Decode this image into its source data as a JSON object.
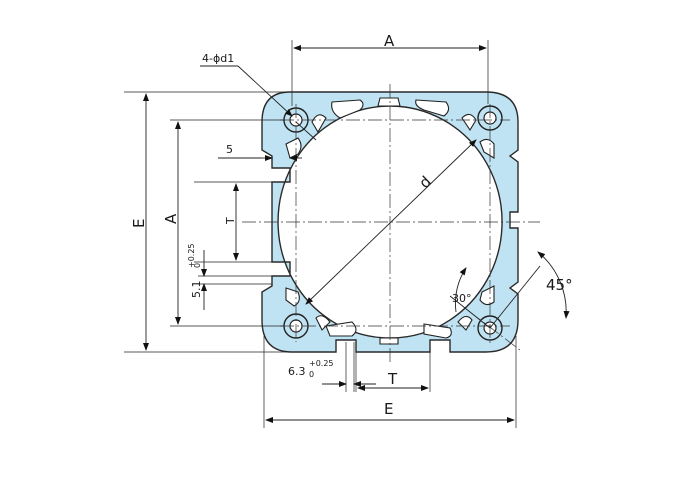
{
  "diagram": {
    "labels": {
      "top_width": "A",
      "left_height": "A",
      "bottom_width": "E",
      "left_outer": "E",
      "diameter": "d",
      "hole_callout": "4-ϕd1",
      "dim_5": "5",
      "slot_left": "T",
      "slot_bottom": "T",
      "slot_depth_left": "5.1",
      "slot_depth_left_tol_upper": "+0.25",
      "slot_depth_left_tol_lower": "0",
      "slot_depth_bottom": "6.3",
      "slot_depth_bottom_tol_upper": "+0.25",
      "slot_depth_bottom_tol_lower": "0",
      "angle_30": "30°",
      "angle_45": "45°"
    },
    "colors": {
      "profile_fill": "#bfe3f2",
      "line": "#222222",
      "background": "#ffffff"
    }
  }
}
